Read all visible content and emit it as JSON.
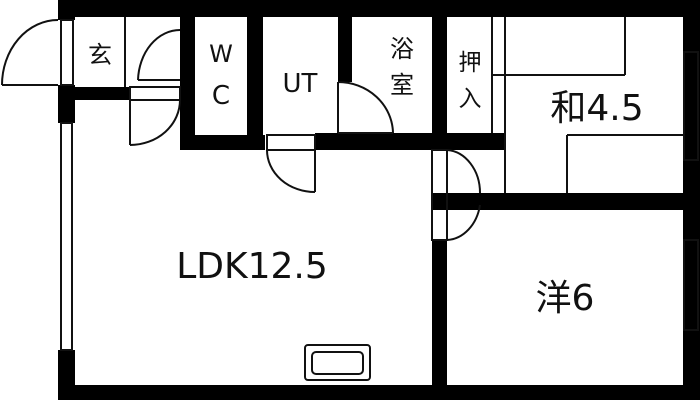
{
  "floor_plan": {
    "rooms": {
      "entrance": "玄",
      "wc_top": "W",
      "wc_bottom": "C",
      "utility": "UT",
      "bath_top": "浴",
      "bath_bottom": "室",
      "closet_top": "押",
      "closet_bottom": "入",
      "japanese_room": "和4.5",
      "ldk": "LDK12.5",
      "western_room": "洋6"
    },
    "colors": {
      "wall": "#000000",
      "background": "#ffffff"
    }
  }
}
